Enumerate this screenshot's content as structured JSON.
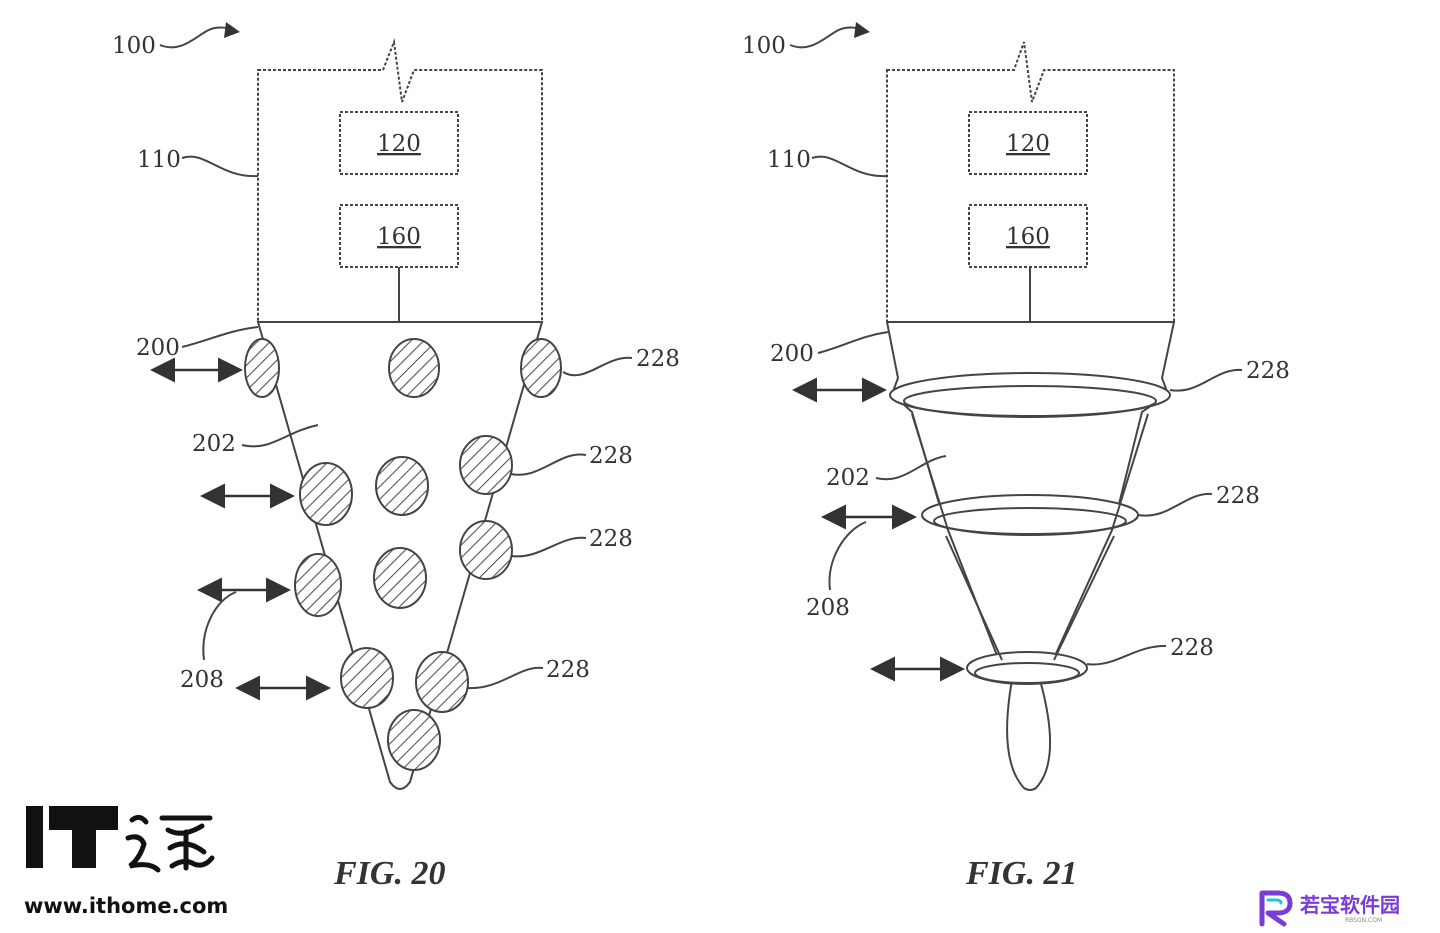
{
  "figure20": {
    "caption": "FIG. 20",
    "label_100": "100",
    "label_110": "110",
    "label_120": "120",
    "label_160": "160",
    "label_200": "200",
    "label_202": "202",
    "label_208": "208",
    "label_228_a": "228",
    "label_228_b": "228",
    "label_228_c": "228",
    "label_228_d": "228"
  },
  "figure21": {
    "caption": "FIG. 21",
    "label_100": "100",
    "label_110": "110",
    "label_120": "120",
    "label_160": "160",
    "label_200": "200",
    "label_202": "202",
    "label_208": "208",
    "label_228_a": "228",
    "label_228_b": "228",
    "label_228_c": "228"
  },
  "watermark_left": {
    "logo_text": "IT之家",
    "url": "www.ithome.com"
  },
  "watermark_right": {
    "logo_text": "若宝软件园",
    "sub_text": "RBSGN.COM"
  },
  "colors": {
    "line": "#444444",
    "hatch": "#555555",
    "accent_purple": "#7a3bd6",
    "accent_cyan": "#22c1e8"
  }
}
